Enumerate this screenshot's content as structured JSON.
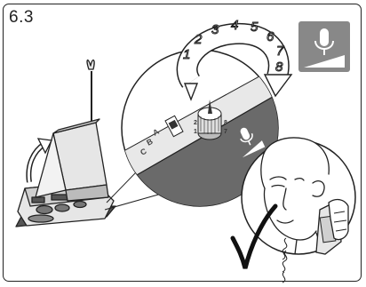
{
  "figure": {
    "step_label": "6.3",
    "dial_numbers": [
      "1",
      "2",
      "3",
      "4",
      "5",
      "6",
      "7",
      "8"
    ],
    "switch_letters": [
      "A",
      "B",
      "C"
    ],
    "knob_numbers": [
      "1",
      "2",
      "8",
      "7"
    ],
    "icons": [
      "microphone-volume-icon",
      "curved-arrow-icon",
      "checkmark-icon",
      "microphone-icon"
    ],
    "colors": {
      "line": "#222222",
      "fill_gray": "#e6e6e6",
      "dark_gray": "#6a6a6a",
      "badge": "#888888"
    }
  }
}
